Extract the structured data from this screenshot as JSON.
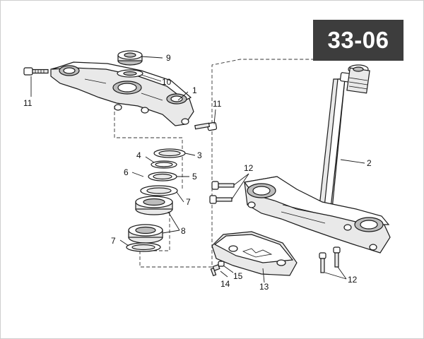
{
  "page_code": "33-06",
  "callouts": [
    {
      "id": "c1",
      "text": "1"
    },
    {
      "id": "c2",
      "text": "2"
    },
    {
      "id": "c3",
      "text": "3"
    },
    {
      "id": "c4",
      "text": "4"
    },
    {
      "id": "c5",
      "text": "5"
    },
    {
      "id": "c6",
      "text": "6"
    },
    {
      "id": "c7a",
      "text": "7"
    },
    {
      "id": "c7b",
      "text": "7"
    },
    {
      "id": "c8",
      "text": "8"
    },
    {
      "id": "c9",
      "text": "9"
    },
    {
      "id": "c10",
      "text": "10"
    },
    {
      "id": "c11a",
      "text": "11"
    },
    {
      "id": "c11b",
      "text": "11"
    },
    {
      "id": "c12a",
      "text": "12"
    },
    {
      "id": "c12b",
      "text": "12"
    },
    {
      "id": "c13",
      "text": "13"
    },
    {
      "id": "c14",
      "text": "14"
    },
    {
      "id": "c15",
      "text": "15"
    }
  ]
}
